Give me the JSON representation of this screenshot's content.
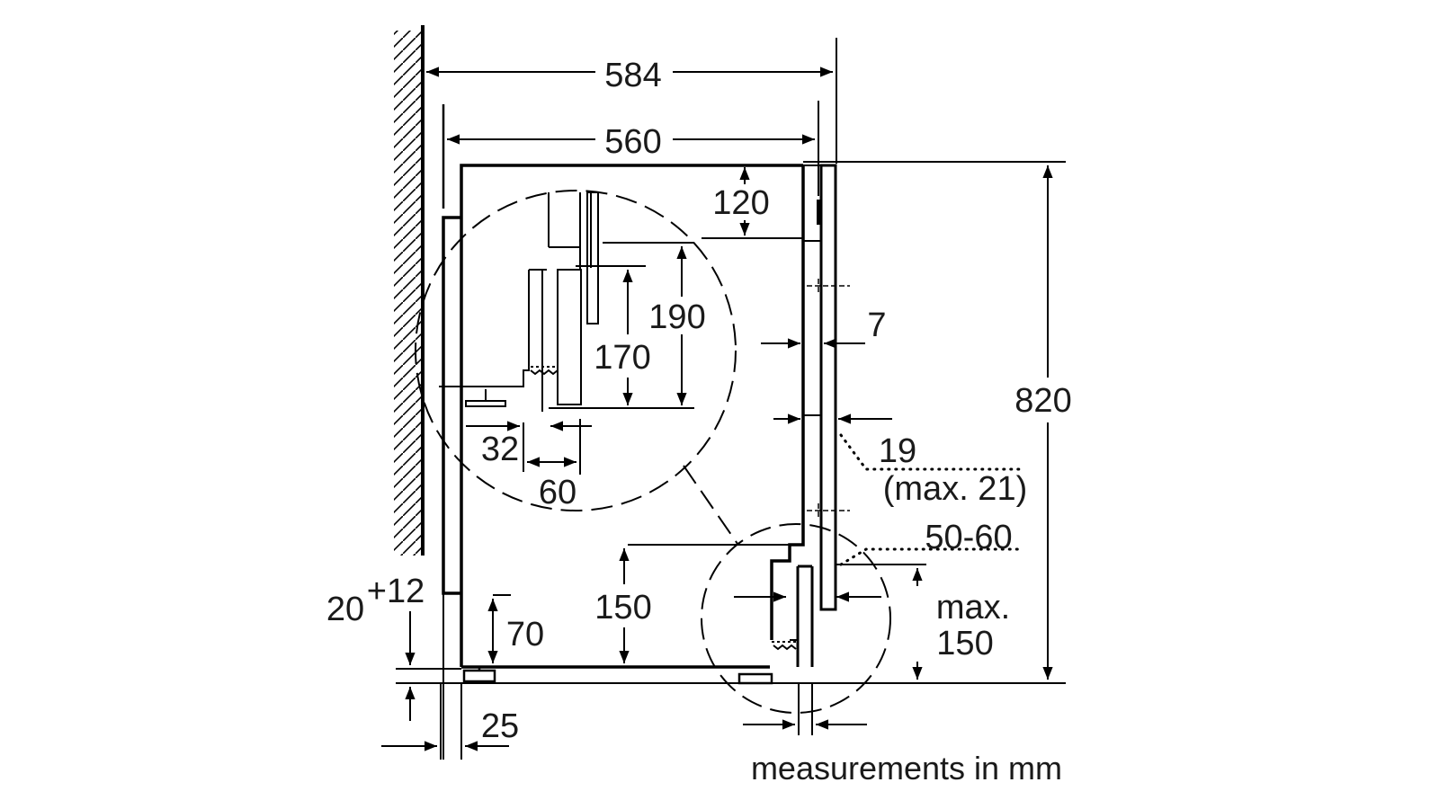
{
  "diagram": {
    "dimensions": {
      "overall_depth": "584",
      "appliance_depth": "560",
      "top_offset": "120",
      "detail_height_outer": "190",
      "detail_height_inner": "170",
      "detail_width_a": "32",
      "detail_width_b": "60",
      "door_gap": "7",
      "panel_thickness": "19",
      "panel_thickness_max": "(max. 21)",
      "lower_offset": "50-60",
      "plinth_height": "150",
      "max_plinth_line1": "max.",
      "max_plinth_line2": "150",
      "foot_height": "70",
      "wall_gap_base": "20",
      "wall_gap_tolerance": "+12",
      "foot_setback": "25",
      "overall_height": "820"
    },
    "footer_note": "measurements in mm"
  }
}
